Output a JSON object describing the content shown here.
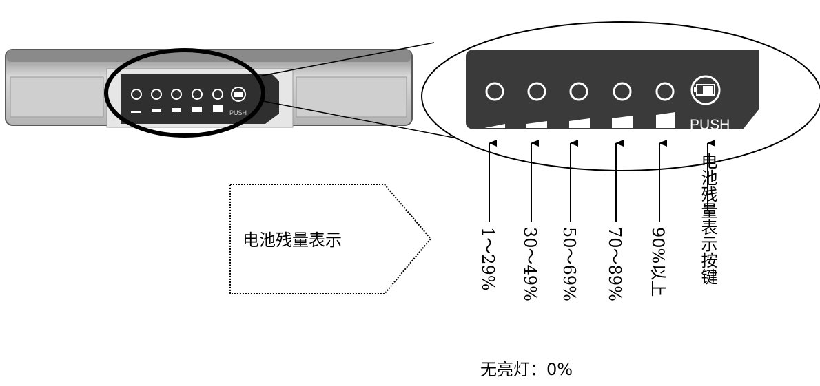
{
  "callout": {
    "label": "电池残量表示"
  },
  "zoom_panel": {
    "push_label": "PUSH"
  },
  "device": {
    "push_label": "PUSH"
  },
  "indicators": [
    {
      "level_text": "1～29%"
    },
    {
      "level_text": "30～49%"
    },
    {
      "level_text": "50～69%"
    },
    {
      "level_text": "70～89%"
    },
    {
      "level_text": "90%以上"
    }
  ],
  "button_label": "电池残量表示按键",
  "no_light_note": "无亮灯：0%",
  "colors": {
    "panel": "#3a3a3a",
    "device_body": "#c8c8c8",
    "led_ring": "#ffffff",
    "ink": "#000000"
  }
}
